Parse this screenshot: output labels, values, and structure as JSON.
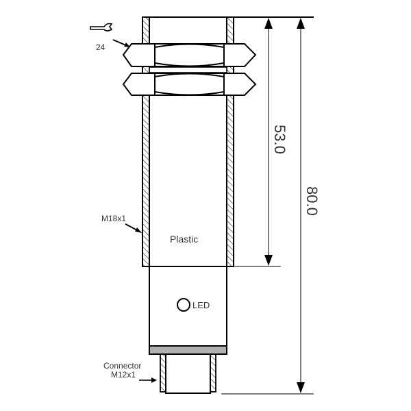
{
  "diagram": {
    "type": "technical-drawing",
    "subject": "M18 cylindrical proximity sensor with M12 connector",
    "labels": {
      "wrench_size": "24",
      "thread": "M18x1",
      "material": "Plastic",
      "indicator": "LED",
      "connector_line1": "Connector",
      "connector_line2": "M12x1"
    },
    "dimensions": {
      "sensing_length": "53.0",
      "total_length": "80.0"
    },
    "colors": {
      "line": "#000000",
      "dimension_line": "#555555",
      "collar": "#b0b0b0",
      "text": "#333333"
    }
  }
}
